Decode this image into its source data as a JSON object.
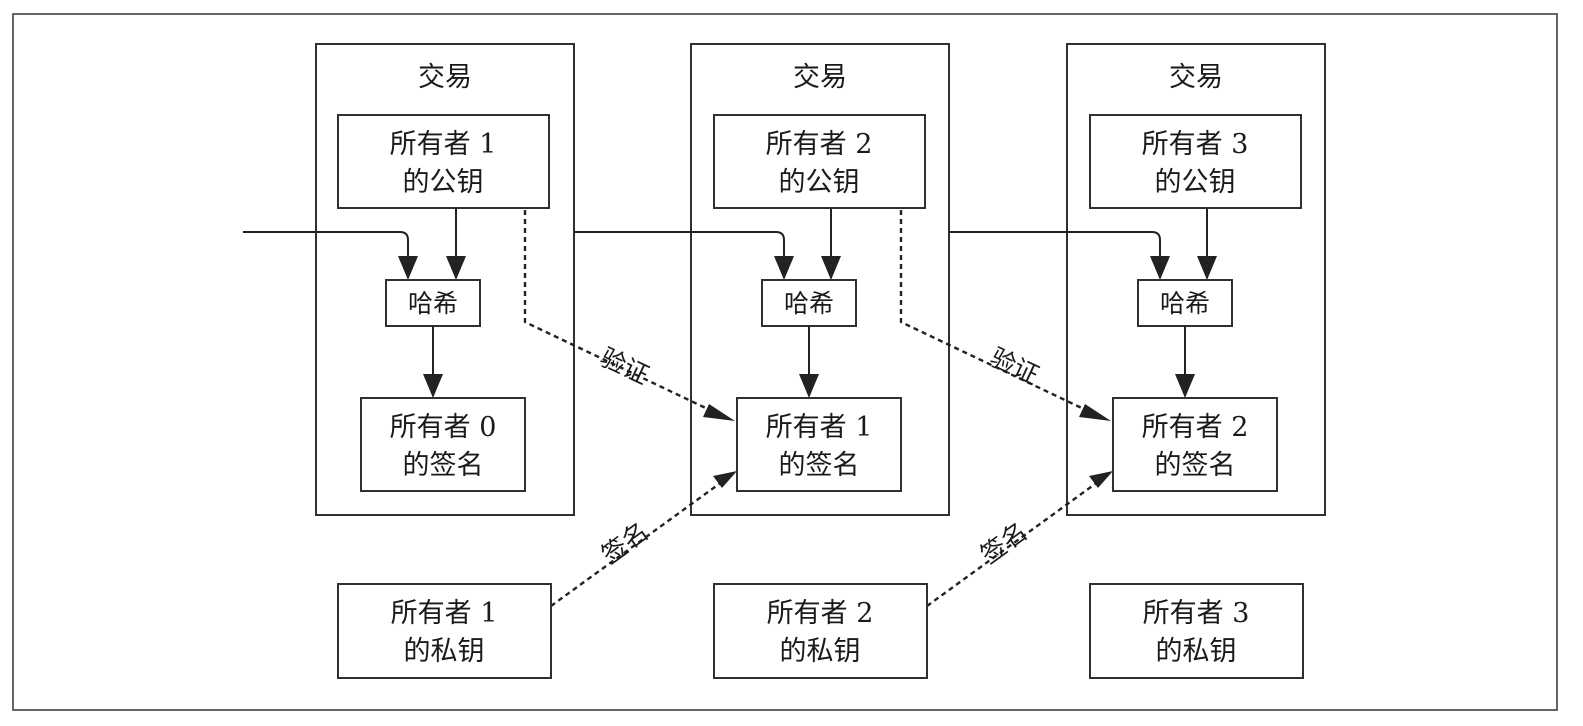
{
  "transactions": [
    {
      "title": "交易",
      "pubkey": {
        "line1": "所有者 1",
        "line2": "的公钥"
      },
      "hash": "哈希",
      "signature": {
        "line1": "所有者 0",
        "line2": "的签名"
      }
    },
    {
      "title": "交易",
      "pubkey": {
        "line1": "所有者 2",
        "line2": "的公钥"
      },
      "hash": "哈希",
      "signature": {
        "line1": "所有者 1",
        "line2": "的签名"
      }
    },
    {
      "title": "交易",
      "pubkey": {
        "line1": "所有者 3",
        "line2": "的公钥"
      },
      "hash": "哈希",
      "signature": {
        "line1": "所有者 2",
        "line2": "的签名"
      }
    }
  ],
  "private_keys": [
    {
      "line1": "所有者 1",
      "line2": "的私钥"
    },
    {
      "line1": "所有者 2",
      "line2": "的私钥"
    },
    {
      "line1": "所有者 3",
      "line2": "的私钥"
    }
  ],
  "edge_labels": {
    "verify_1": "验证",
    "verify_2": "验证",
    "sign_1": "签名",
    "sign_2": "签名"
  }
}
